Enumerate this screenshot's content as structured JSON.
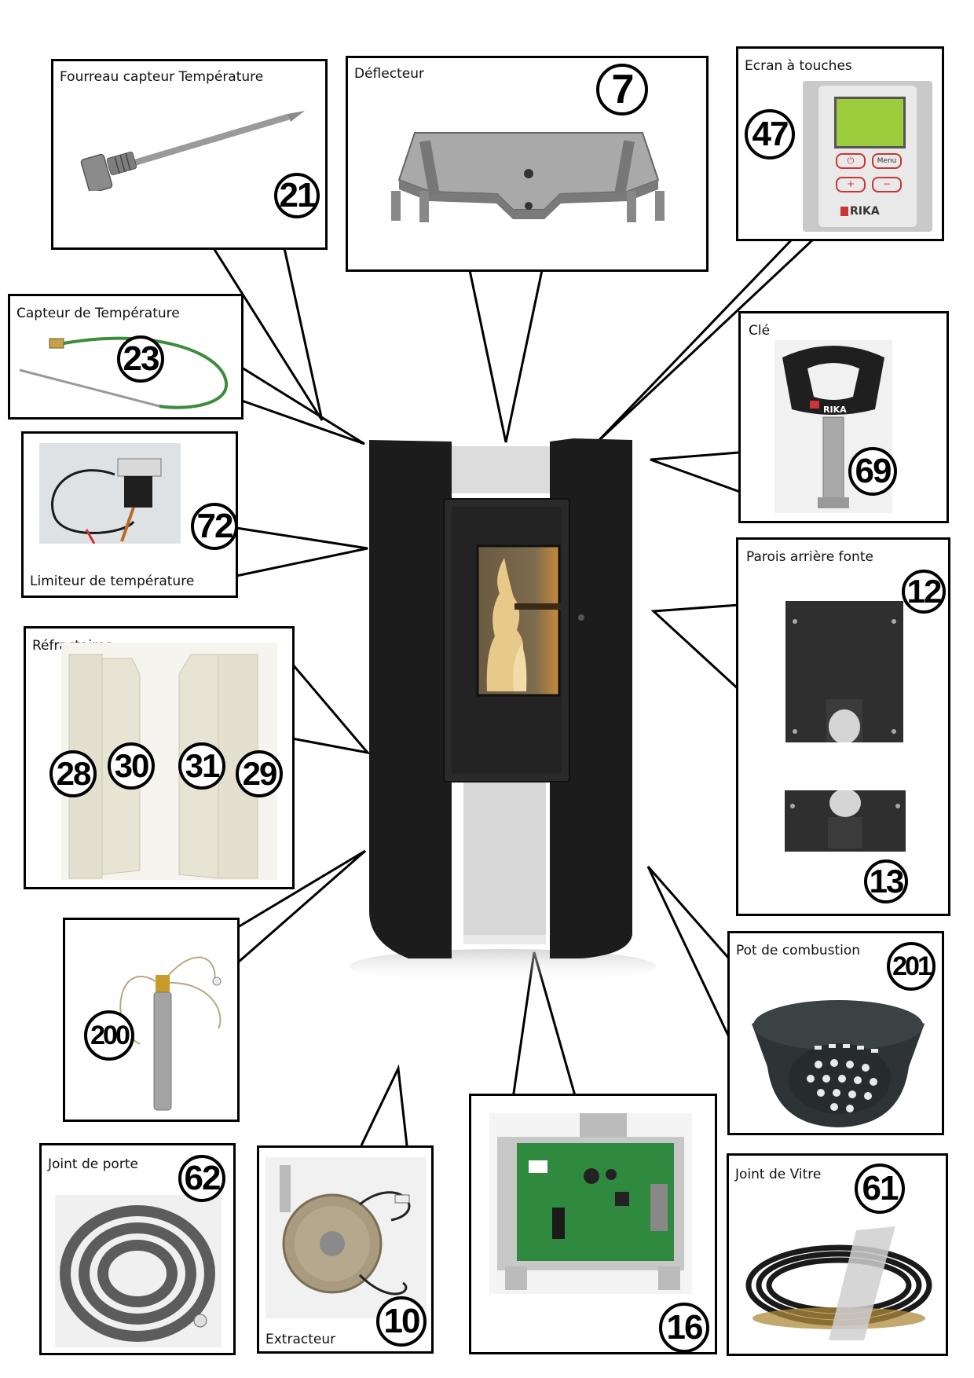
{
  "parts": [
    {
      "id": "fourreau",
      "label": "Fourreau capteur Température",
      "number": "21"
    },
    {
      "id": "deflecteur",
      "label": "Déflecteur",
      "number": "7"
    },
    {
      "id": "ecran",
      "label": "Ecran à touches",
      "number": "47"
    },
    {
      "id": "capteur",
      "label": "Capteur de Température",
      "number": "23"
    },
    {
      "id": "cle",
      "label": "Clé",
      "number": "69"
    },
    {
      "id": "limiteur",
      "label": "Limiteur de température",
      "number": "72"
    },
    {
      "id": "parois",
      "label": "Parois arrière fonte",
      "numbers": [
        "12",
        "13"
      ]
    },
    {
      "id": "refractaires",
      "label": "Réfractaires",
      "numbers": [
        "28",
        "30",
        "31",
        "29"
      ]
    },
    {
      "id": "allumeur",
      "label": "",
      "number": "200"
    },
    {
      "id": "pot",
      "label": "Pot de combustion",
      "number": "201"
    },
    {
      "id": "joint-porte",
      "label": "Joint de porte",
      "number": "62"
    },
    {
      "id": "extracteur",
      "label": "Extracteur",
      "number": "10"
    },
    {
      "id": "carte",
      "label": "",
      "number": "16"
    },
    {
      "id": "joint-vitre",
      "label": "Joint de Vitre",
      "number": "61"
    }
  ],
  "branding": {
    "screen_logo": "RIKA",
    "key_logo": "RIKA"
  },
  "screen_buttons": {
    "menu": "Menu",
    "plus": "+",
    "minus": "−"
  },
  "colors": {
    "stove_body": "#1c1c1c",
    "stove_panel": "#d9d9d9",
    "flame": "#e8c98a",
    "screen_lcd": "#9ccc3c",
    "sensor_wire": "#3c8c3c"
  }
}
